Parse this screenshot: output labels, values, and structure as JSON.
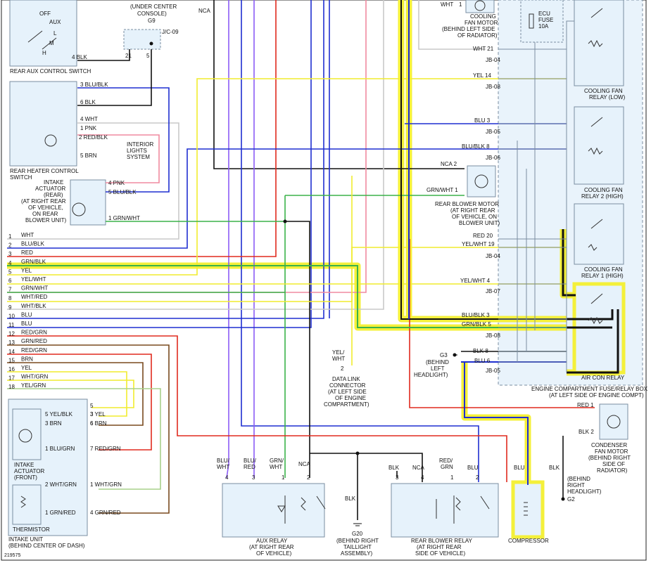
{
  "colors": {
    "blu": "#1f2fd0",
    "blk": "#111111",
    "red": "#e02a1e",
    "grn": "#3bb24a",
    "yel": "#f1ec2e",
    "wht": "#c9c9c9",
    "pnk": "#f08aa0",
    "brn": "#7a4a1f",
    "vio": "#8b5cf6",
    "highlight": "#f4f03a",
    "box_fill": "#e6f2fb",
    "box_stroke": "#7a8ea0"
  },
  "labels": {
    "rear_aux_switch": "REAR AUX CONTROL SWITCH",
    "under_console_1": "(UNDER CENTER",
    "under_console_2": "CONSOLE)",
    "g9": "G9",
    "jc09": "J/C-09",
    "nca_top": "NCA",
    "off": "OFF",
    "aux": "AUX",
    "l": "L",
    "m": "M",
    "h": "H",
    "rear_heater_1": "REAR HEATER CONTROL",
    "rear_heater_2": "SWITCH",
    "interior_1": "INTERIOR",
    "interior_2": "LIGHTS",
    "interior_3": "SYSTEM",
    "intake_rear_1": "INTAKE",
    "intake_rear_2": "ACTUATOR",
    "intake_rear_3": "(REAR)",
    "intake_rear_4": "(AT RIGHT REAR",
    "intake_rear_5": "OF VEHICLE,",
    "intake_rear_6": "ON REAR",
    "intake_rear_7": "BLOWER UNIT)",
    "cooling_fan_motor_1": "COOLING",
    "cooling_fan_motor_2": "FAN MOTOR",
    "cooling_fan_motor_3": "(BEHIND LEFT SIDE",
    "cooling_fan_motor_4": "OF RADIATOR)",
    "ecu_fuse_1": "ECU",
    "ecu_fuse_2": "FUSE",
    "ecu_fuse_3": "10A",
    "cfr_low_1": "COOLING FAN",
    "cfr_low_2": "RELAY (LOW)",
    "cfr2_1": "COOLING FAN",
    "cfr2_2": "RELAY 2 (HIGH)",
    "cfr1_1": "COOLING FAN",
    "cfr1_2": "RELAY 1 (HIGH)",
    "rear_blower_motor_1": "REAR BLOWER MOTOR",
    "rear_blower_motor_2": "(AT RIGHT REAR",
    "rear_blower_motor_3": "OF VEHICLE, ON",
    "rear_blower_motor_4": "BLOWER UNIT)",
    "air_con_relay": "AIR CON RELAY",
    "engine_box_1": "ENGINE COMPARTMENT FUSE/RELAY BOX",
    "engine_box_2": "(AT LEFT SIDE OF ENGINE COMPT)",
    "g3": "G3",
    "behind_left_1": "(BEHIND",
    "behind_left_2": "LEFT",
    "behind_left_3": "HEADLIGHT)",
    "dlc_1": "DATA LINK",
    "dlc_2": "CONNECTOR",
    "dlc_3": "(AT LEFT SIDE",
    "dlc_4": "OF ENGINE",
    "dlc_5": "COMPARTMENT)",
    "yel_wht_1": "YEL/",
    "yel_wht_2": "WHT",
    "condenser_1": "CONDENSER",
    "condenser_2": "FAN MOTOR",
    "condenser_3": "(BEHIND RIGHT",
    "condenser_4": "SIDE OF",
    "condenser_5": "RADIATOR)",
    "behind_right_1": "(BEHIND",
    "behind_right_2": "RIGHT",
    "behind_right_3": "HEADLIGHT)",
    "g2": "G2",
    "compressor": "COMPRESSOR",
    "aux_relay_1": "AUX RELAY",
    "aux_relay_2": "(AT RIGHT REAR",
    "aux_relay_3": "OF VEHICLE)",
    "g20_1": "G20",
    "g20_2": "(BEHIND RIGHT",
    "g20_3": "TAILLIGHT",
    "g20_4": "ASSEMBLY)",
    "rear_blower_relay_1": "REAR BLOWER RELAY",
    "rear_blower_relay_2": "(AT RIGHT REAR",
    "rear_blower_relay_3": "SIDE OF VEHICLE)",
    "intake_front_1": "INTAKE",
    "intake_front_2": "ACTUATOR",
    "intake_front_3": "(FRONT)",
    "thermistor": "THERMISTOR",
    "intake_unit_1": "INTAKE UNIT",
    "intake_unit_2": "(BEHIND CENTER OF DASH)",
    "figure_id": "219575",
    "jb04": "JB-04",
    "jb08": "JB-08",
    "jb05": "JB-05",
    "jb06": "JB-06",
    "jb07": "JB-07"
  },
  "left_pins": [
    {
      "n": "1",
      "c": "WHT"
    },
    {
      "n": "2",
      "c": "BLU/BLK"
    },
    {
      "n": "3",
      "c": "RED"
    },
    {
      "n": "4",
      "c": "GRN/BLK"
    },
    {
      "n": "5",
      "c": "YEL"
    },
    {
      "n": "6",
      "c": "YEL/WHT"
    },
    {
      "n": "7",
      "c": "GRN/WHT"
    },
    {
      "n": "8",
      "c": "WHT/RED"
    },
    {
      "n": "9",
      "c": "WHT/BLK"
    },
    {
      "n": "10",
      "c": "BLU"
    },
    {
      "n": "11",
      "c": "BLU"
    },
    {
      "n": "12",
      "c": "RED/GRN"
    },
    {
      "n": "13",
      "c": "GRN/RED"
    },
    {
      "n": "14",
      "c": "RED/GRN"
    },
    {
      "n": "15",
      "c": "BRN"
    },
    {
      "n": "16",
      "c": "YEL"
    },
    {
      "n": "17",
      "c": "WHT/GRN"
    },
    {
      "n": "18",
      "c": "YEL/GRN"
    }
  ],
  "conn_labels": [
    {
      "id": "sw4",
      "t": "4  BLK"
    },
    {
      "id": "j21",
      "t": "21"
    },
    {
      "id": "j5",
      "t": "5"
    },
    {
      "id": "h3",
      "t": "3   BLU/BLK"
    },
    {
      "id": "h6",
      "t": "6   BLK"
    },
    {
      "id": "h4",
      "t": "4   WHT"
    },
    {
      "id": "h1",
      "t": "1   PNK"
    },
    {
      "id": "h2",
      "t": "2  RED/BLK"
    },
    {
      "id": "h5",
      "t": "5   BRN"
    },
    {
      "id": "ia4",
      "t": "4   PNK"
    },
    {
      "id": "ia5",
      "t": "5   BLU/BLK"
    },
    {
      "id": "ia1",
      "t": "1   GRN/WHT"
    },
    {
      "id": "fm_wht",
      "t": "WHT"
    },
    {
      "id": "fm1",
      "t": "1"
    },
    {
      "id": "e21",
      "t": "WHT      21"
    },
    {
      "id": "e14",
      "t": "YEL        14"
    },
    {
      "id": "e3",
      "t": "BLU          3"
    },
    {
      "id": "e8",
      "t": "BLU/BLK       8"
    },
    {
      "id": "nca2",
      "t": "NCA   2"
    },
    {
      "id": "gw1",
      "t": "GRN/WHT  1"
    },
    {
      "id": "e20",
      "t": "RED    20"
    },
    {
      "id": "e19",
      "t": "YEL/WHT   19"
    },
    {
      "id": "e4",
      "t": "YEL/WHT      4"
    },
    {
      "id": "e3b",
      "t": "BLU/BLK    3"
    },
    {
      "id": "e5",
      "t": "GRN/BLK    5"
    },
    {
      "id": "e8b",
      "t": "BLK       8"
    },
    {
      "id": "e6",
      "t": "BLU        6"
    },
    {
      "id": "cred",
      "t": "RED  1"
    },
    {
      "id": "cblk",
      "t": "BLK   2"
    },
    {
      "id": "blk_r",
      "t": "BLK"
    },
    {
      "id": "blu_c",
      "t": "BLU"
    },
    {
      "id": "dlc2",
      "t": "2"
    },
    {
      "id": "f5a",
      "t": "5"
    },
    {
      "id": "f3a",
      "t": "3"
    },
    {
      "id": "f6a",
      "t": "6"
    },
    {
      "id": "f5",
      "t": "5   YEL/BLK"
    },
    {
      "id": "f3",
      "t": "3   BRN"
    },
    {
      "id": "f6y",
      "t": "3   YEL"
    },
    {
      "id": "f6b",
      "t": "6   BRN"
    },
    {
      "id": "f1",
      "t": "1   BLU/GRN"
    },
    {
      "id": "f7",
      "t": "7   RED/GRN"
    },
    {
      "id": "t2",
      "t": "2   WHT/GRN"
    },
    {
      "id": "t1w",
      "t": "1   WHT/GRN"
    },
    {
      "id": "t1",
      "t": "1   GRN/RED"
    },
    {
      "id": "t4",
      "t": "4   GRN/RED"
    },
    {
      "id": "ar_bluwht",
      "t": "BLU/"
    },
    {
      "id": "ar_bluwht2",
      "t": "WHT"
    },
    {
      "id": "ar_blured",
      "t": "BLU/"
    },
    {
      "id": "ar_blured2",
      "t": "RED"
    },
    {
      "id": "ar_grnwht",
      "t": "GRN/"
    },
    {
      "id": "ar_grnwht2",
      "t": "WHT"
    },
    {
      "id": "ar_nca",
      "t": "NCA"
    },
    {
      "id": "ar4",
      "t": "4"
    },
    {
      "id": "ar3",
      "t": "3"
    },
    {
      "id": "ar1",
      "t": "1"
    },
    {
      "id": "ar2",
      "t": "2"
    },
    {
      "id": "g20_blk",
      "t": "BLK"
    },
    {
      "id": "rb_blk",
      "t": "BLK"
    },
    {
      "id": "rb_nca",
      "t": "NCA"
    },
    {
      "id": "rb_redgrn",
      "t": "RED/"
    },
    {
      "id": "rb_redgrn2",
      "t": "GRN"
    },
    {
      "id": "rb_blu",
      "t": "BLU"
    },
    {
      "id": "rb3",
      "t": "3"
    },
    {
      "id": "rb4",
      "t": "4"
    },
    {
      "id": "rb1",
      "t": "1"
    },
    {
      "id": "rb2",
      "t": "2"
    }
  ]
}
